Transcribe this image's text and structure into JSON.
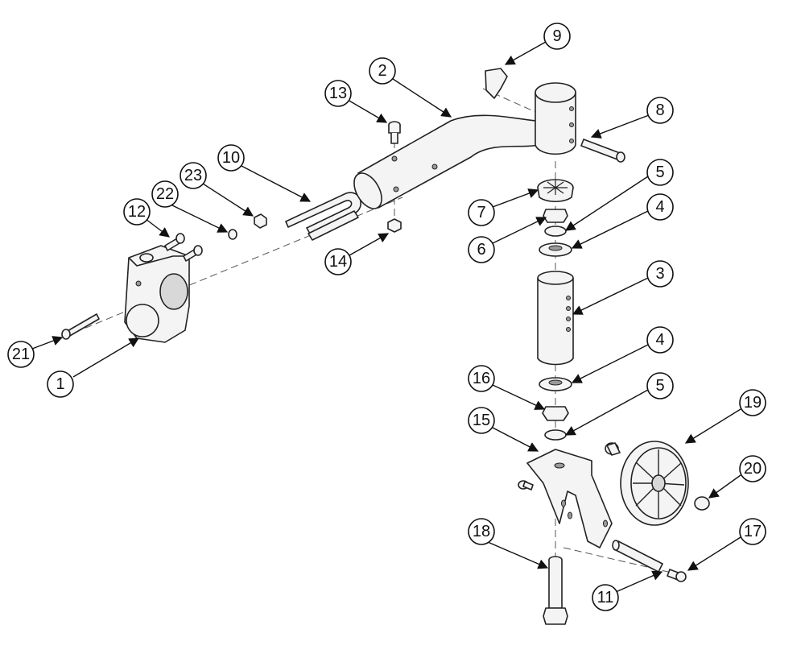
{
  "callouts": [
    {
      "id": "c1",
      "label": "1"
    },
    {
      "id": "c2",
      "label": "2"
    },
    {
      "id": "c3",
      "label": "3"
    },
    {
      "id": "c4a",
      "label": "4"
    },
    {
      "id": "c4b",
      "label": "4"
    },
    {
      "id": "c5a",
      "label": "5"
    },
    {
      "id": "c5b",
      "label": "5"
    },
    {
      "id": "c6",
      "label": "6"
    },
    {
      "id": "c7",
      "label": "7"
    },
    {
      "id": "c8",
      "label": "8"
    },
    {
      "id": "c9",
      "label": "9"
    },
    {
      "id": "c10",
      "label": "10"
    },
    {
      "id": "c11",
      "label": "11"
    },
    {
      "id": "c12",
      "label": "12"
    },
    {
      "id": "c13",
      "label": "13"
    },
    {
      "id": "c14",
      "label": "14"
    },
    {
      "id": "c15",
      "label": "15"
    },
    {
      "id": "c16",
      "label": "16"
    },
    {
      "id": "c17",
      "label": "17"
    },
    {
      "id": "c18",
      "label": "18"
    },
    {
      "id": "c19",
      "label": "19"
    },
    {
      "id": "c20",
      "label": "20"
    },
    {
      "id": "c21",
      "label": "21"
    },
    {
      "id": "c22",
      "label": "22"
    },
    {
      "id": "c23",
      "label": "23"
    }
  ]
}
